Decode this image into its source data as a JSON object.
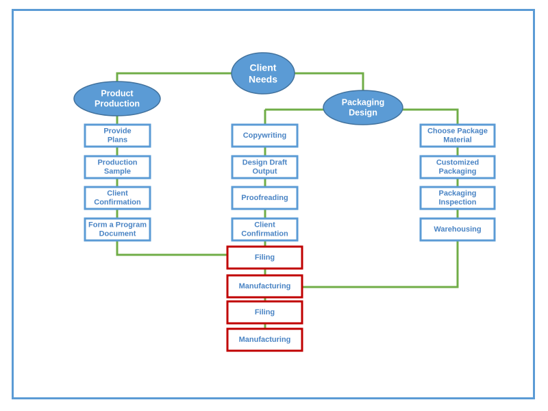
{
  "colors": {
    "frame": "#5b9bd5",
    "connector": "#70ad47",
    "box_border": "#5b9bd5",
    "box_text": "#4a84c4",
    "highlight_border": "#c00000",
    "ellipse_fill": "#5b9bd5",
    "ellipse_text": "#ffffff"
  },
  "root": {
    "lines": [
      "Client",
      "Needs"
    ]
  },
  "product_production": {
    "header": {
      "lines": [
        "Product",
        "Production"
      ]
    },
    "steps": [
      {
        "lines": [
          "Provide",
          "Plans"
        ]
      },
      {
        "lines": [
          "Production",
          "Sample"
        ]
      },
      {
        "lines": [
          "Client",
          "Confirmation"
        ]
      },
      {
        "lines": [
          "Form a Program",
          "Document"
        ]
      }
    ]
  },
  "packaging_design": {
    "header": {
      "lines": [
        "Packaging",
        "Design"
      ]
    },
    "middle_steps": [
      {
        "lines": [
          "Copywriting"
        ]
      },
      {
        "lines": [
          "Design Draft",
          "Output"
        ]
      },
      {
        "lines": [
          "Proofreading"
        ]
      },
      {
        "lines": [
          "Client",
          "Confirmation"
        ]
      }
    ],
    "right_steps": [
      {
        "lines": [
          "Choose Package",
          "Material"
        ]
      },
      {
        "lines": [
          "Customized",
          "Packaging"
        ]
      },
      {
        "lines": [
          "Packaging",
          "Inspection"
        ]
      },
      {
        "lines": [
          "Warehousing"
        ]
      }
    ]
  },
  "final_steps": [
    {
      "lines": [
        "Filing"
      ]
    },
    {
      "lines": [
        "Manufacturing"
      ]
    },
    {
      "lines": [
        "Filing"
      ]
    },
    {
      "lines": [
        "Manufacturing"
      ]
    }
  ]
}
